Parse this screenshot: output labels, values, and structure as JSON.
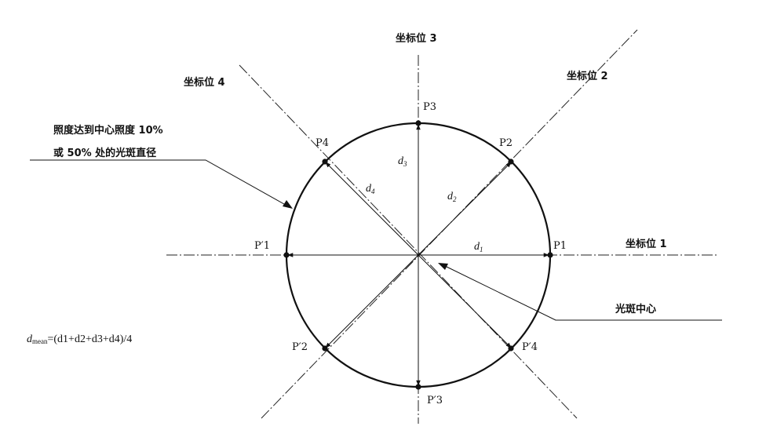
{
  "axes": {
    "axis1": "坐标位 1",
    "axis2": "坐标位 2",
    "axis3": "坐标位 3",
    "axis4": "坐标位 4"
  },
  "points": {
    "p1": "P1",
    "p2": "P2",
    "p3": "P3",
    "p4": "P4",
    "p1_prime": "P′1",
    "p2_prime": "P′2",
    "p3_prime": "P′3",
    "p4_prime": "P′4"
  },
  "diameters": {
    "d1": {
      "base": "d",
      "sub": "1"
    },
    "d2": {
      "base": "d",
      "sub": "2"
    },
    "d3": {
      "base": "d",
      "sub": "3"
    },
    "d4": {
      "base": "d",
      "sub": "4"
    }
  },
  "annotations": {
    "diameter_note_line1": "照度达到中心照度 10%",
    "diameter_note_line2": "或 50% 处的光斑直径",
    "spot_center": "光斑中心"
  },
  "formula": {
    "lhs_base": "d",
    "lhs_sub": "mean",
    "rhs": "=(d1+d2+d3+d4)/4"
  }
}
